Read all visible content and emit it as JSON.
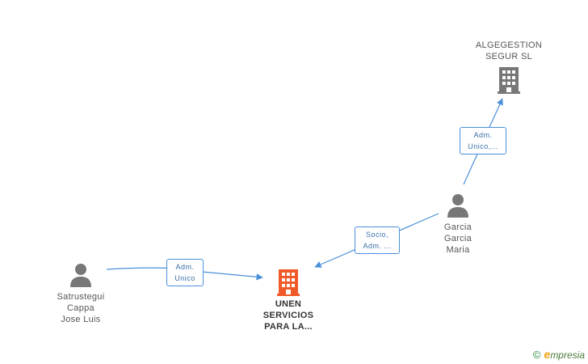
{
  "colors": {
    "edge": "#4a90d9",
    "person_icon": "#777777",
    "company_icon": "#777777",
    "main_company_icon": "#f05a28"
  },
  "nodes": {
    "algegestion": {
      "label": "ALGEGESTION\nSEGUR  SL",
      "icon": "building-icon"
    },
    "garcia": {
      "label": "Garcia\nGarcia\nMaria",
      "icon": "person-icon"
    },
    "satrustegui": {
      "label": "Satrustegui\nCappa\nJose Luis",
      "icon": "person-icon"
    },
    "unen": {
      "label": "UNEN\nSERVICIOS\nPARA LA...",
      "icon": "building-icon"
    }
  },
  "edges": {
    "garcia_algegestion": "Adm.\nUnico,...",
    "garcia_unen": "Socio,\nAdm. ...",
    "satrustegui_unen": "Adm.\nUnico"
  },
  "watermark": {
    "copyright": "©",
    "brand_e": "e",
    "brand_rest": "mpresia"
  }
}
